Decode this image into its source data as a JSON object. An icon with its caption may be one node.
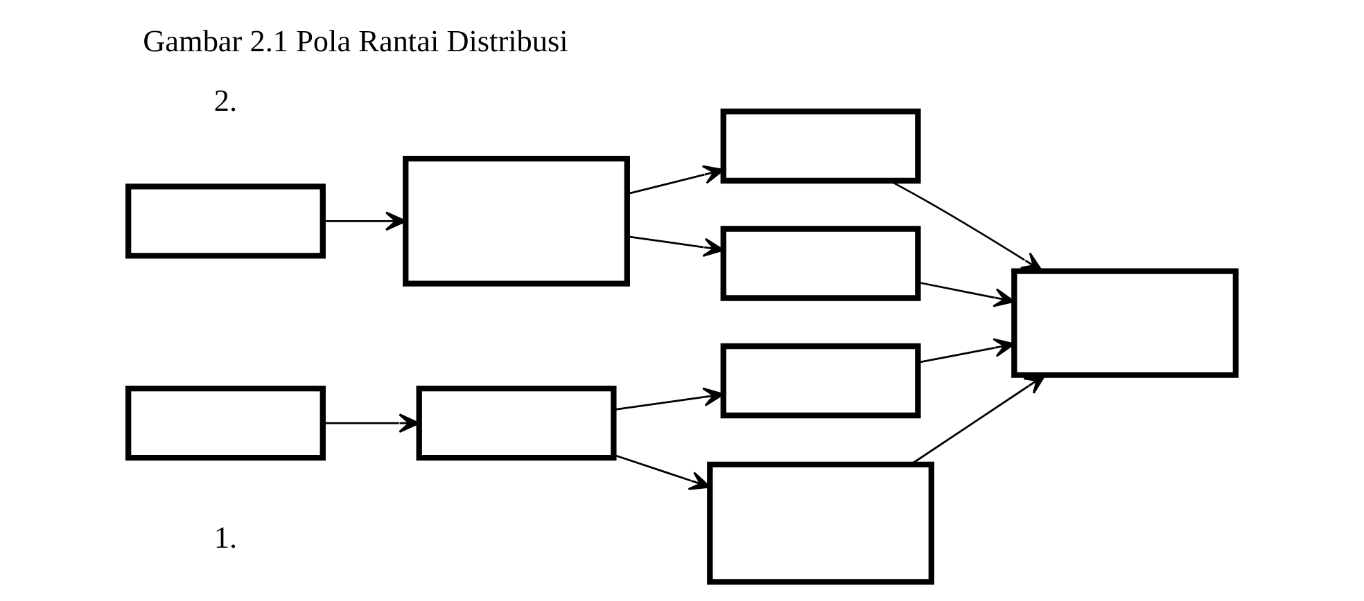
{
  "diagram": {
    "title": "Gambar 2.1 Pola Rantai Distribusi",
    "nodes": [
      {
        "text": [],
        "shape": "box"
      },
      {
        "text": [],
        "shape": "box"
      },
      {
        "text": [],
        "shape": "box"
      },
      {
        "text": [],
        "shape": "box"
      },
      {
        "text": [],
        "shape": "box"
      },
      {
        "text": [],
        "shape": "box"
      },
      {
        "text": [],
        "shape": "box"
      },
      {
        "text": [],
        "shape": "box"
      },
      {
        "text": [],
        "shape": "box"
      }
    ],
    "edges": [
      {
        "from": 0,
        "to": 1,
        "arrow": "to"
      },
      {
        "from": 1,
        "to": 2,
        "arrow": "to"
      },
      {
        "from": 1,
        "to": 3,
        "arrow": "to"
      },
      {
        "from": 2,
        "to": 8,
        "arrow": "to"
      },
      {
        "from": 3,
        "to": 8,
        "arrow": "to"
      },
      {
        "from": 4,
        "to": 5,
        "arrow": "to"
      },
      {
        "from": 5,
        "to": 6,
        "arrow": "to"
      },
      {
        "from": 5,
        "to": 7,
        "arrow": "to"
      },
      {
        "from": 6,
        "to": 8,
        "arrow": "to"
      },
      {
        "from": 7,
        "to": 8,
        "arrow": "to"
      }
    ],
    "labels": [
      "1.",
      "2."
    ]
  }
}
